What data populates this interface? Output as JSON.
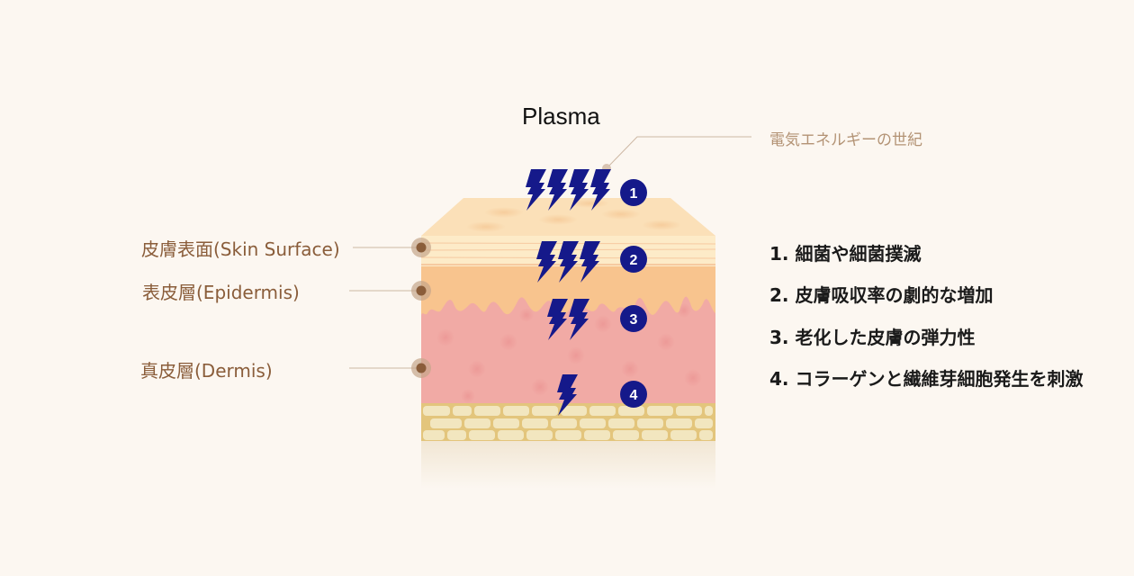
{
  "title": "Plasma",
  "subtitle": "電気エネルギーの世紀",
  "layer_labels": [
    {
      "text": "皮膚表面(Skin Surface)"
    },
    {
      "text": "表皮層(Epidermis)"
    },
    {
      "text": "真皮層(Dermis)"
    }
  ],
  "badges": [
    "1",
    "2",
    "3",
    "4"
  ],
  "bolts_per_level": [
    4,
    3,
    2,
    1
  ],
  "effects": [
    "1. 細菌や細菌撲滅",
    "2. 皮膚吸収率の劇的な増加",
    "3. 老化した皮膚の弾力性",
    "4. コラーゲンと繊維芽細胞発生を刺激"
  ],
  "colors": {
    "bolt": "#15198a",
    "badge": "#15198a",
    "label": "#8a5d3a",
    "dot": "#8a5d3a"
  }
}
